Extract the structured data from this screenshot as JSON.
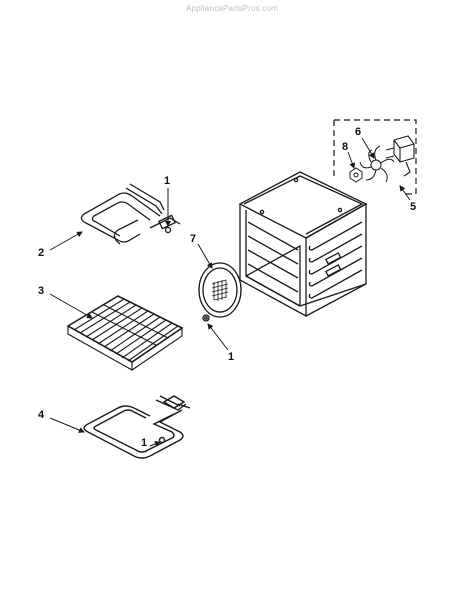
{
  "watermark": "AppliancePartsPros.com",
  "callouts": {
    "c1_top": "1",
    "c2": "2",
    "c3": "3",
    "c4": "4",
    "c1_bottom": "1",
    "c7": "7",
    "c1_mid": "1",
    "c6": "6",
    "c8": "8",
    "c5": "5"
  },
  "colors": {
    "line": "#1a1a1a",
    "accent": "#444444"
  }
}
